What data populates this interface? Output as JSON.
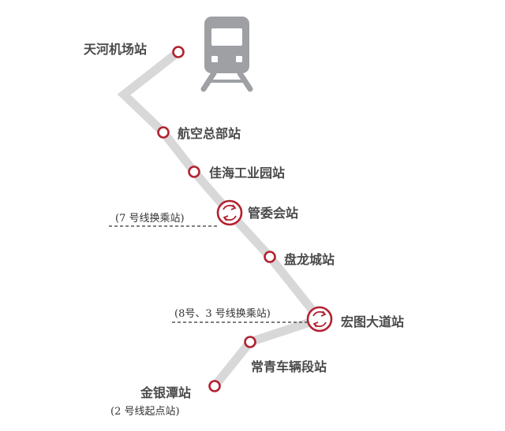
{
  "colors": {
    "line": "#d8d8d8",
    "station": "#b22230",
    "text": "#4a4a4a",
    "train": "#9ea0a4"
  },
  "icons": {
    "train": "train-icon",
    "transfer": "transfer-arrows-icon"
  },
  "stations": [
    {
      "id": "tianhe-airport",
      "name": "天河机场站",
      "transfer": false
    },
    {
      "id": "hangkong-zongbu",
      "name": "航空总部站",
      "transfer": false
    },
    {
      "id": "jiahai-industrial-park",
      "name": "佳海工业园站",
      "transfer": false
    },
    {
      "id": "guanweihui",
      "name": "管委会站",
      "transfer": true,
      "note": "(7 号线换乘站)"
    },
    {
      "id": "panlongcheng",
      "name": "盘龙城站",
      "transfer": false
    },
    {
      "id": "hongtu-avenue",
      "name": "宏图大道站",
      "transfer": true,
      "note": "(8号、3 号线换乘站)"
    },
    {
      "id": "changqing-depot",
      "name": "常青车辆段站",
      "transfer": false
    },
    {
      "id": "jinyintan",
      "name": "金银潭站",
      "transfer": false,
      "note": "(2 号线起点站)"
    }
  ]
}
